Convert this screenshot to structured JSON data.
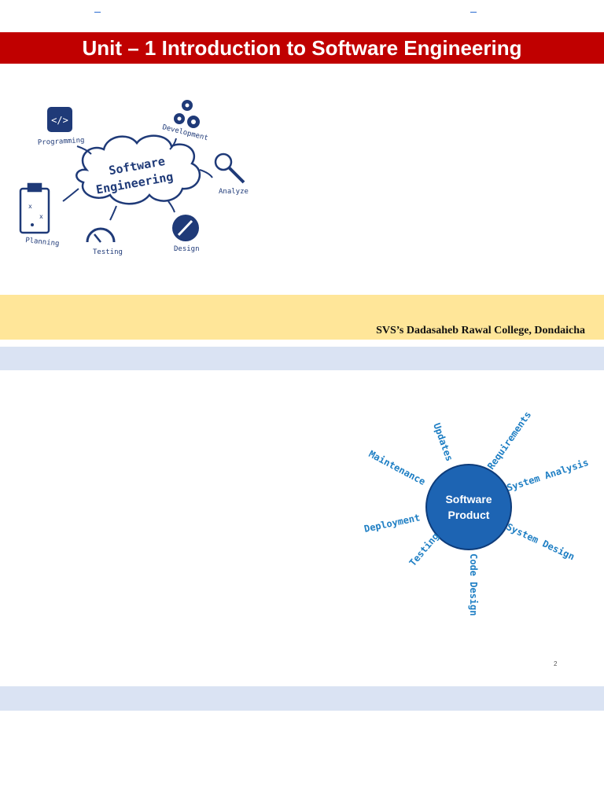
{
  "slide1": {
    "title": "Unit – 1 Introduction to Software Engineering",
    "diagram": {
      "center": [
        "Software",
        "Engineering"
      ],
      "labels": {
        "programming": "Programming",
        "development": "Development",
        "analyze": "Analyze",
        "design": "Design",
        "testing": "Testing",
        "planning": "Planning"
      }
    },
    "footer": "SVS’s Dadasaheb Rawal College, Dondaicha"
  },
  "slide2": {
    "diagram": {
      "center": [
        "Software",
        "Product"
      ],
      "labels": {
        "updates": "Updates",
        "requirements": "Requirements",
        "system_analysis": "System Analysis",
        "system_design": "System Design",
        "code_design": "Code Design",
        "testing": "Testing",
        "deployment": "Deployment",
        "maintenance": "Maintenance"
      }
    },
    "page_number": "2"
  },
  "colors": {
    "title_bar": "#c00000",
    "footer_band": "#ffe699",
    "blue_band": "#dae3f3",
    "diagram_navy": "#1f3a78",
    "product_blue": "#1d64b3",
    "label_blue": "#1f7fc4"
  }
}
